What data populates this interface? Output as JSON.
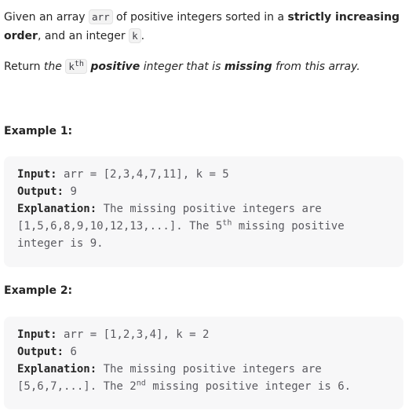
{
  "statement": {
    "p1": {
      "t1": "Given an array ",
      "code_arr": "arr",
      "t2": " of positive integers sorted in a ",
      "bold1": "strictly increasing order",
      "t3": ", and an integer ",
      "code_k": "k",
      "t4": "."
    },
    "p2": {
      "t1": "Return ",
      "italic_the": "the",
      "t2": " ",
      "code_k": "k",
      "sup_th": "th",
      "t3": " ",
      "bold_positive": "positive",
      "italic_integer": " integer that is ",
      "bold_missing": "missing",
      "italic_end": " from this array."
    }
  },
  "example1": {
    "title": "Example 1:",
    "input_label": "Input:",
    "input_value": " arr = [2,3,4,7,11], k = 5",
    "output_label": "Output:",
    "output_value": " 9",
    "explanation_label": "Explanation:",
    "explanation_l1": " The missing positive integers are",
    "explanation_l2a": "[1,5,6,8,9,10,12,13,...]. The 5",
    "explanation_sup": "th",
    "explanation_l2b": " missing positive",
    "explanation_l3": "integer is 9."
  },
  "example2": {
    "title": "Example 2:",
    "input_label": "Input:",
    "input_value": " arr = [1,2,3,4], k = 2",
    "output_label": "Output:",
    "output_value": " 6",
    "explanation_label": "Explanation:",
    "explanation_l1": " The missing positive integers are",
    "explanation_l2a": "[5,6,7,...]. The 2",
    "explanation_sup": "nd",
    "explanation_l2b": " missing positive integer is 6."
  }
}
